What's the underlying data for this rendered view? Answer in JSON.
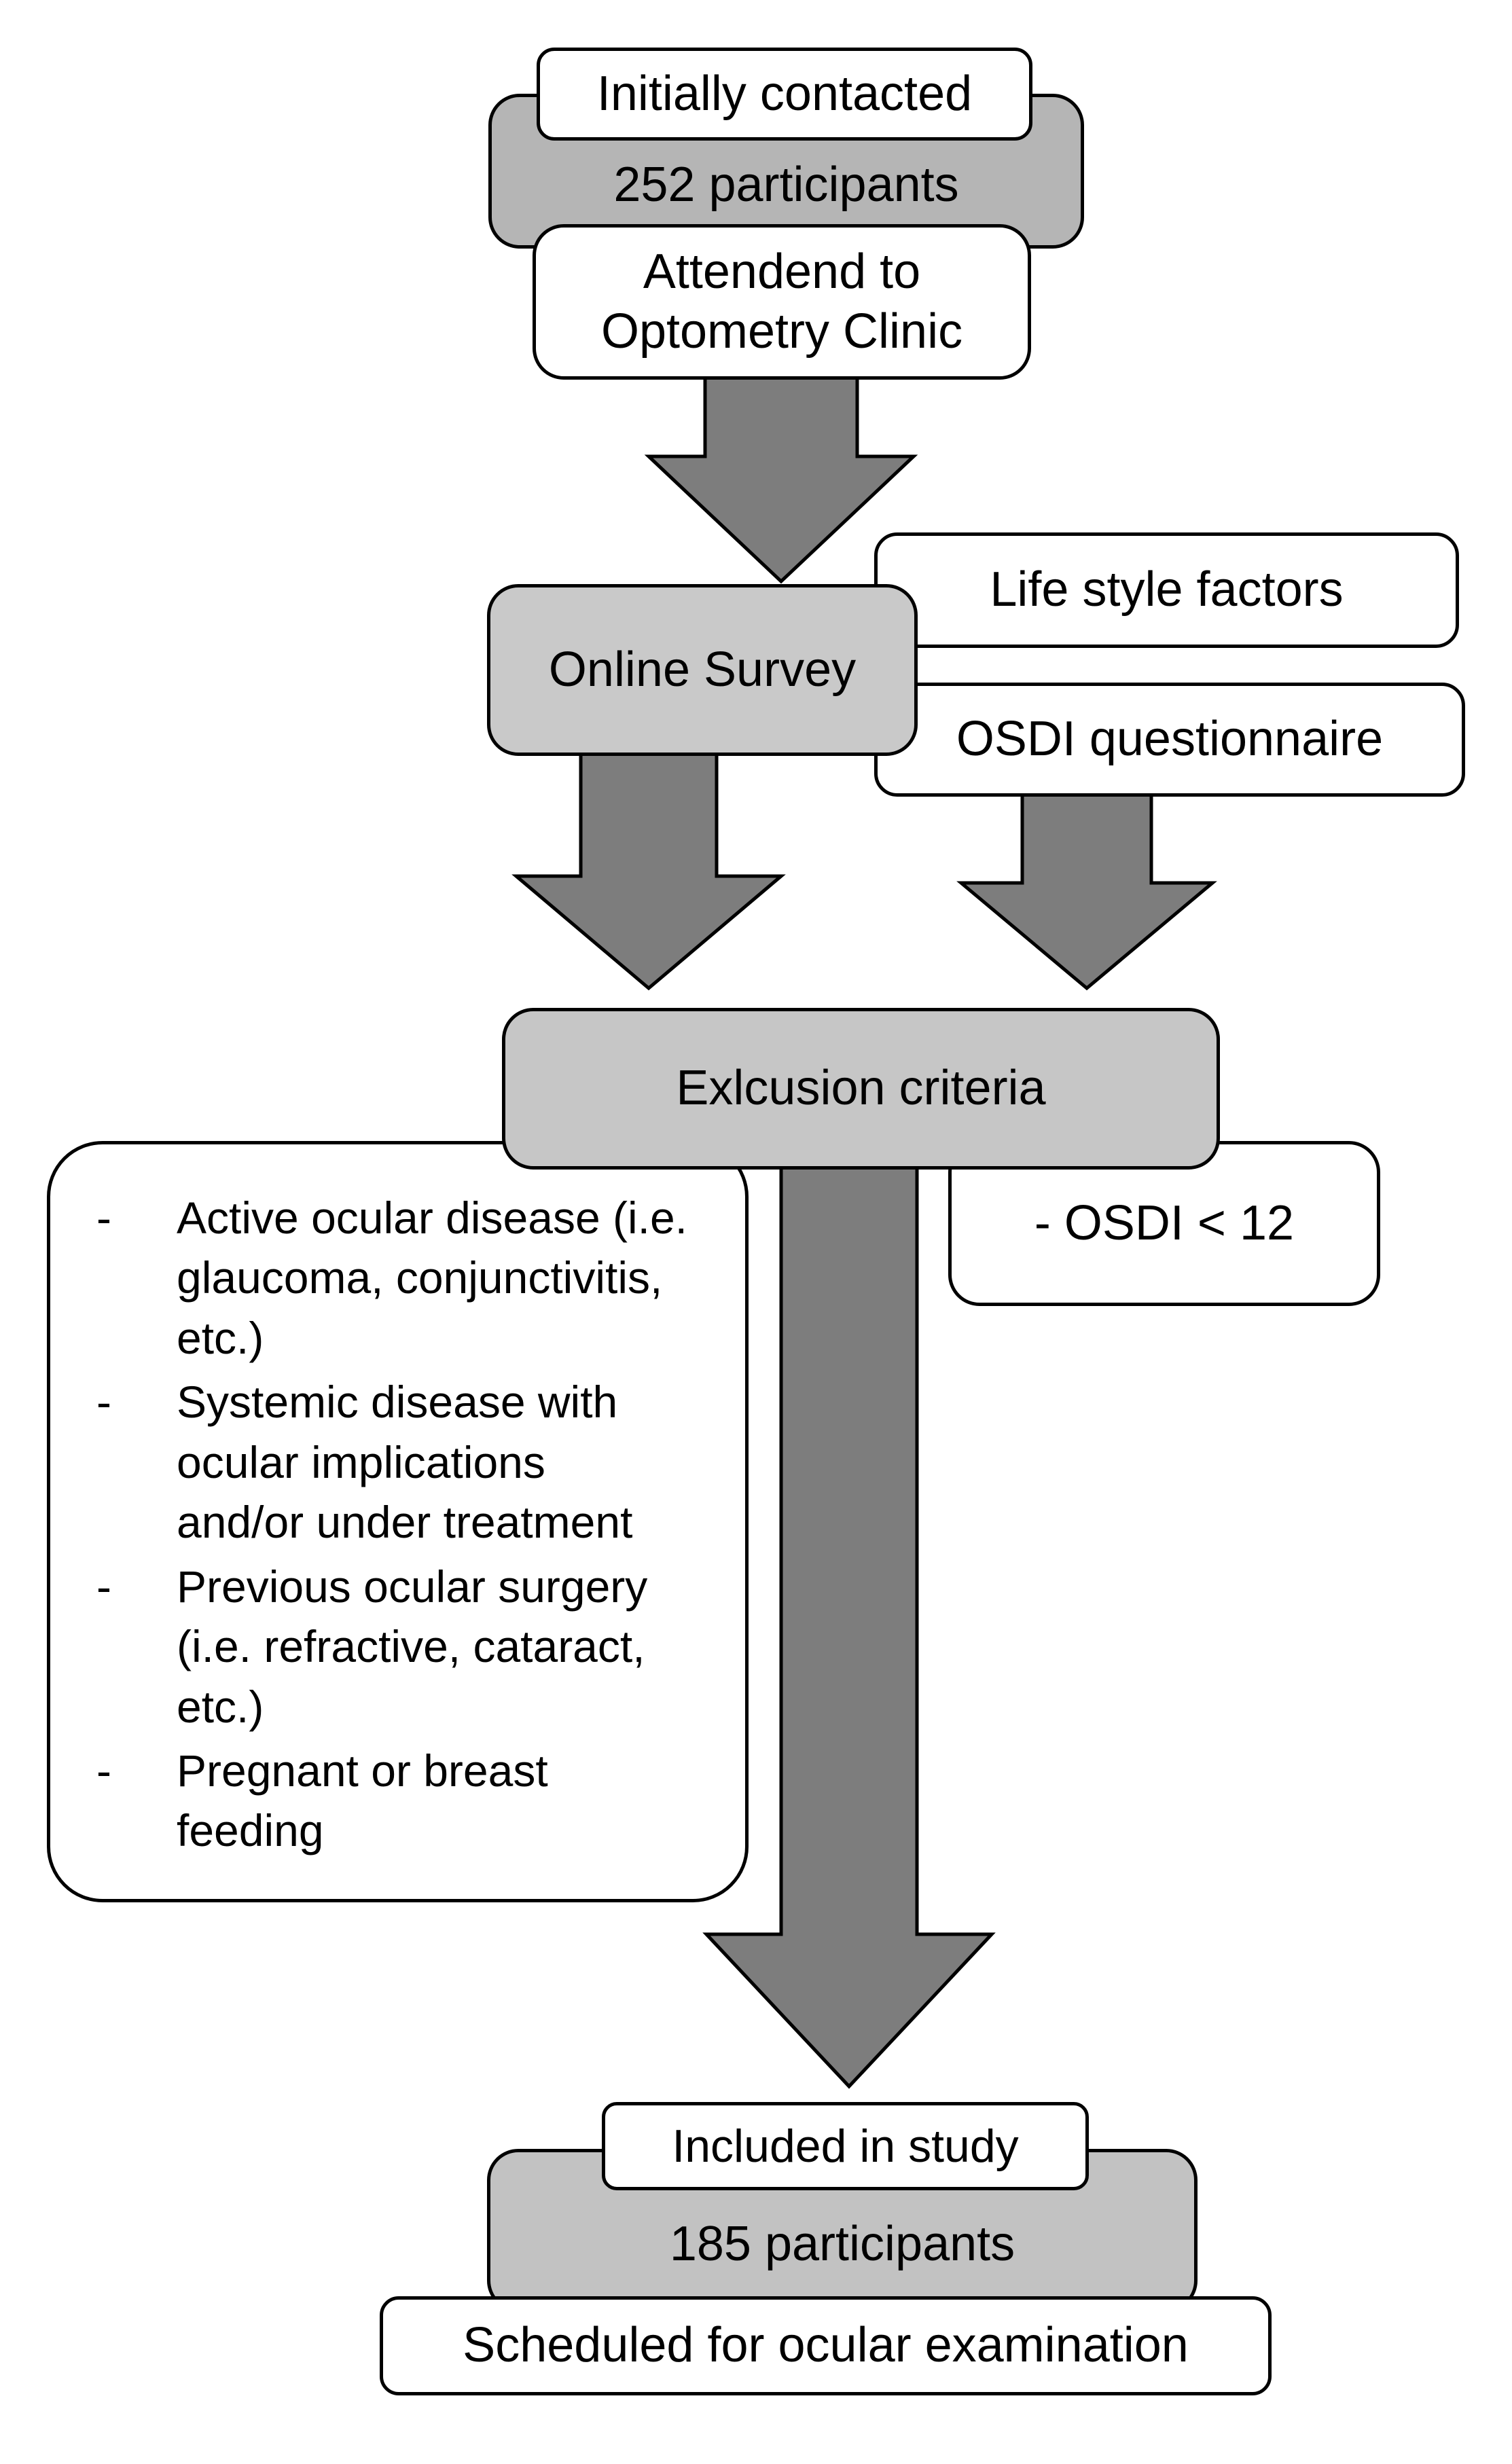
{
  "flow": {
    "initially_contacted": "Initially contacted",
    "participants_252": "252 participants",
    "attended": "Attendend to\nOptometry Clinic",
    "online_survey": "Online Survey",
    "lifestyle_factors": "Life style factors",
    "osdi_questionnaire": "OSDI questionnaire",
    "exclusion_criteria": "Exlcusion criteria",
    "osdi_cutoff": "- OSDI < 12",
    "included_in_study": "Included in study",
    "participants_185": "185 participants",
    "scheduled": "Scheduled for ocular examination"
  },
  "exclusion_list": {
    "bullet": "-",
    "items": [
      "Active ocular disease (i.e.\nglaucoma, conjunctivitis,\netc.)",
      "Systemic disease with\nocular implications\nand/or under treatment",
      "Previous ocular surgery\n(i.e. refractive, cataract,\netc.)",
      "Pregnant or breast\nfeeding"
    ]
  },
  "colors": {
    "box_border": "#000000",
    "white_box_bg": "#ffffff",
    "gray_box_top": "#b5b5b5",
    "gray_box_survey": "#c9c9c9",
    "gray_box_exclusion": "#c6c6c6",
    "gray_box_bottom": "#c2c2c2",
    "arrow_fill": "#7d7d7d"
  }
}
